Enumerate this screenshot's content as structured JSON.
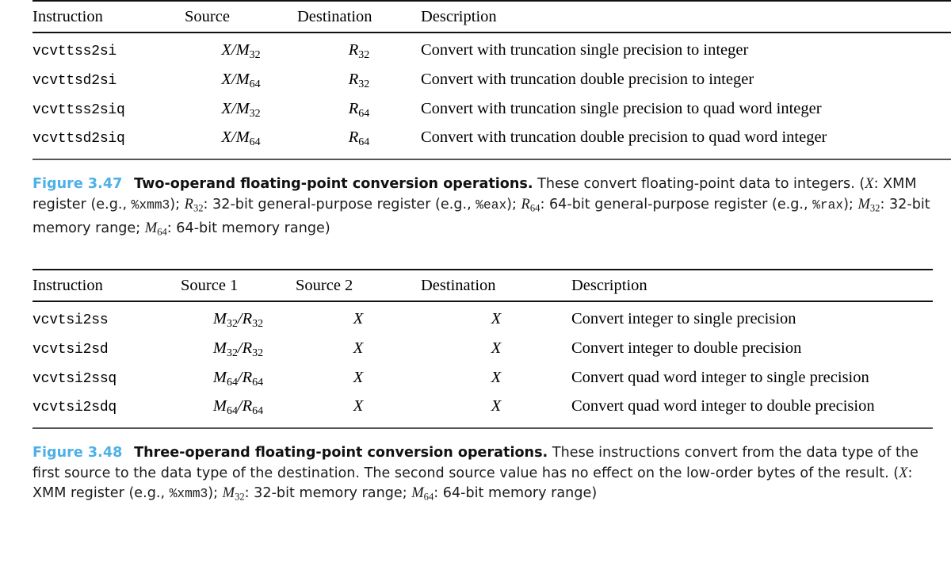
{
  "document": {
    "type": "textbook-page-excerpt",
    "accent_color": "#4db0e6",
    "text_color": "#000000"
  },
  "figure_347": {
    "table": {
      "columns": [
        "Instruction",
        "Source",
        "Destination",
        "Description"
      ],
      "rows": [
        {
          "instruction": "vcvttss2si",
          "source_base": "X/M",
          "source_sub": "32",
          "destination_base": "R",
          "destination_sub": "32",
          "description": "Convert with truncation single precision to integer"
        },
        {
          "instruction": "vcvttsd2si",
          "source_base": "X/M",
          "source_sub": "64",
          "destination_base": "R",
          "destination_sub": "32",
          "description": "Convert with truncation double precision to integer"
        },
        {
          "instruction": "vcvttss2siq",
          "source_base": "X/M",
          "source_sub": "32",
          "destination_base": "R",
          "destination_sub": "64",
          "description": "Convert with truncation single precision to quad word integer"
        },
        {
          "instruction": "vcvttsd2siq",
          "source_base": "X/M",
          "source_sub": "64",
          "destination_base": "R",
          "destination_sub": "64",
          "description": "Convert with truncation double precision to quad word integer"
        }
      ]
    },
    "caption": {
      "label": "Figure 3.47",
      "title": "Two-operand floating-point conversion operations.",
      "body_1": "These convert floating-point data to integers. (",
      "sym_X": "X",
      "body_2": ": XMM register (e.g., ",
      "reg_xmm3": "%xmm3",
      "body_3": "); ",
      "sym_R32_base": "R",
      "sym_R32_sub": "32",
      "body_4": ": 32-bit general-purpose register (e.g., ",
      "reg_eax": "%eax",
      "body_5": "); ",
      "sym_R64_base": "R",
      "sym_R64_sub": "64",
      "body_6": ": 64-bit general-purpose register (e.g., ",
      "reg_rax": "%rax",
      "body_7": "); ",
      "sym_M32_base": "M",
      "sym_M32_sub": "32",
      "body_8": ": 32-bit memory range; ",
      "sym_M64_base": "M",
      "sym_M64_sub": "64",
      "body_9": ": 64-bit memory range)"
    }
  },
  "figure_348": {
    "table": {
      "columns": [
        "Instruction",
        "Source 1",
        "Source 2",
        "Destination",
        "Description"
      ],
      "rows": [
        {
          "instruction": "vcvtsi2ss",
          "source1_m_base": "M",
          "source1_m_sub": "32",
          "source1_r_base": "R",
          "source1_r_sub": "32",
          "source2": "X",
          "destination": "X",
          "description": "Convert integer to single precision"
        },
        {
          "instruction": "vcvtsi2sd",
          "source1_m_base": "M",
          "source1_m_sub": "32",
          "source1_r_base": "R",
          "source1_r_sub": "32",
          "source2": "X",
          "destination": "X",
          "description": "Convert integer to double precision"
        },
        {
          "instruction": "vcvtsi2ssq",
          "source1_m_base": "M",
          "source1_m_sub": "64",
          "source1_r_base": "R",
          "source1_r_sub": "64",
          "source2": "X",
          "destination": "X",
          "description": "Convert quad word integer to single precision"
        },
        {
          "instruction": "vcvtsi2sdq",
          "source1_m_base": "M",
          "source1_m_sub": "64",
          "source1_r_base": "R",
          "source1_r_sub": "64",
          "source2": "X",
          "destination": "X",
          "description": "Convert quad word integer to double precision"
        }
      ]
    },
    "caption": {
      "label": "Figure 3.48",
      "title": "Three-operand floating-point conversion operations.",
      "body_1": "These instructions convert from the data type of the first source to the data type of the destination. The second source value has no effect on the low-order bytes of the result. (",
      "sym_X": "X",
      "body_2": ": XMM register (e.g., ",
      "reg_xmm3": "%xmm3",
      "body_3": "); ",
      "sym_M32_base": "M",
      "sym_M32_sub": "32",
      "body_4": ": 32-bit memory range; ",
      "sym_M64_base": "M",
      "sym_M64_sub": "64",
      "body_5": ": 64-bit memory range)"
    }
  }
}
